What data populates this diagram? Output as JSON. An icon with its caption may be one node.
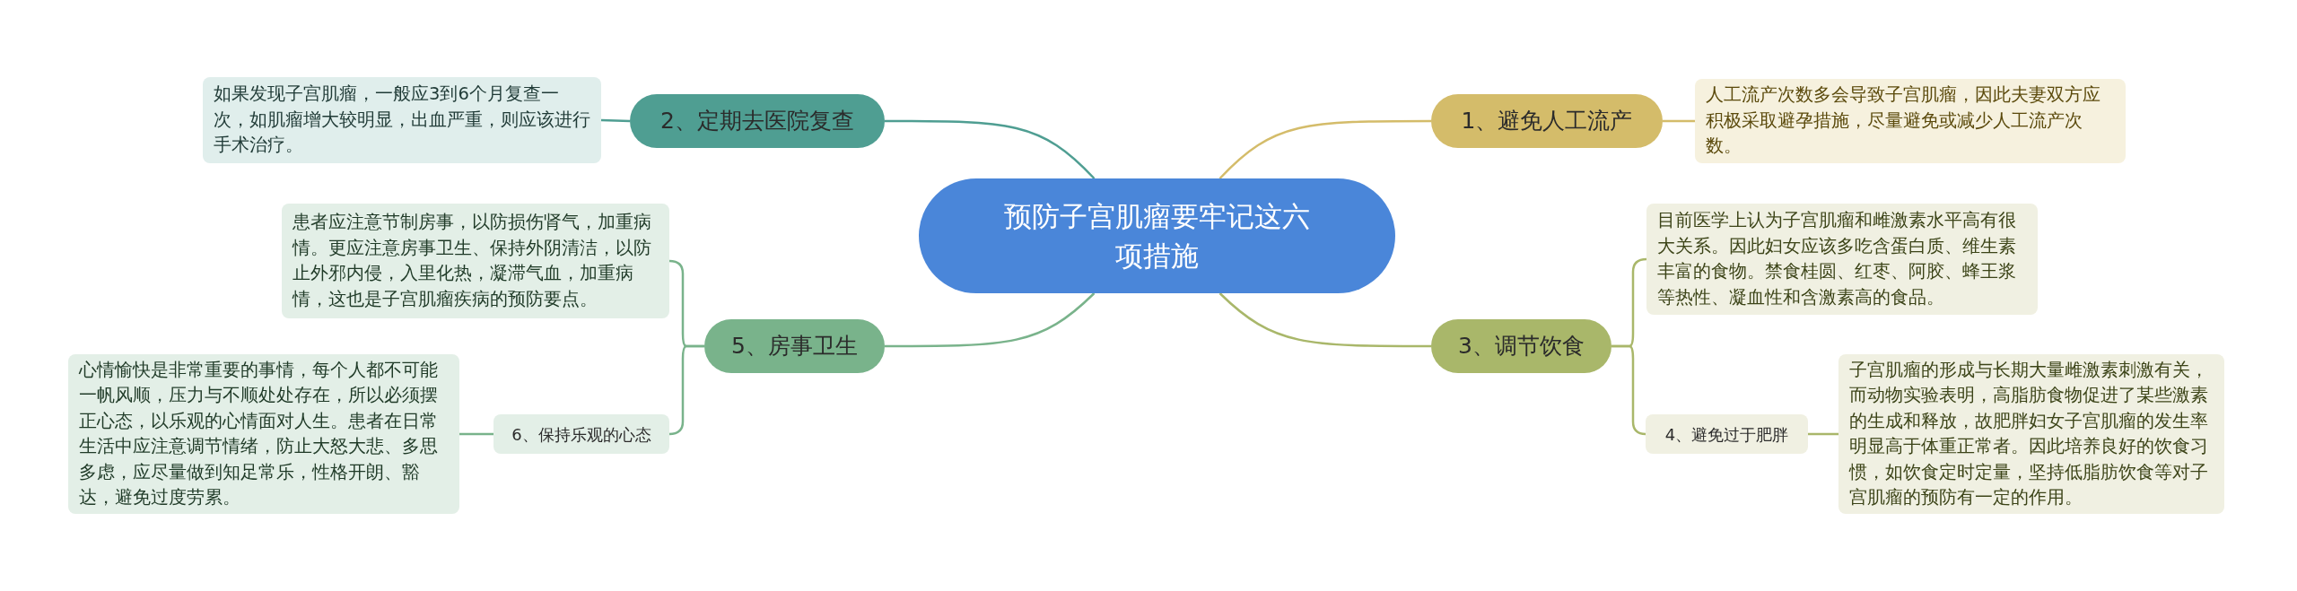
{
  "diagram": {
    "nodes": [
      {
        "text": [
          "预防子宫肌瘤要牢记这六项措施"
        ]
      },
      {
        "text": [
          "1、避免人工流产"
        ]
      },
      {
        "text": [
          "人工流产次数多会导致子宫肌瘤，因此夫妻双方应积极采取避孕措施，尽量避免或减少人工流产次数。"
        ]
      },
      {
        "text": [
          "2、定期去医院复查"
        ]
      },
      {
        "text": [
          "如果发现子宫肌瘤，一般应3到6个月复查一次，如肌瘤增大较明显，出血严重，则应该进行手术治疗。"
        ]
      },
      {
        "text": [
          "3、调节饮食"
        ]
      },
      {
        "text": [
          "目前医学上认为子宫肌瘤和雌激素水平高有很大关系。因此妇女应该多吃含蛋白质、维生素丰富的食物。禁食桂圆、红枣、阿胶、蜂王浆等热性、凝血性和含激素高的食品。"
        ]
      },
      {
        "text": [
          "4、避免过于肥胖"
        ]
      },
      {
        "text": [
          "子宫肌瘤的形成与长期大量雌激素刺激有关，而动物实验表明，高脂肪食物促进了某些激素的生成和释放，故肥胖妇女子宫肌瘤的发生率明显高于体重正常者。因此培养良好的饮食习惯，如饮食定时定量，坚持低脂肪饮食等对子宫肌瘤的预防有一定的作用。"
        ]
      },
      {
        "text": [
          "5、房事卫生"
        ]
      },
      {
        "text": [
          "患者应注意节制房事，以防损伤肾气，加重病情。更应注意房事卫生、保持外阴清洁，以防止外邪内侵，入里化热，凝滞气血，加重病情，这也是子宫肌瘤疾病的预防要点。"
        ]
      },
      {
        "text": [
          "6、保持乐观的心态"
        ]
      },
      {
        "text": [
          "心情愉快是非常重要的事情，每个人都不可能一帆风顺，压力与不顺处处存在，所以必须摆正心态，以乐观的心情面对人生。患者在日常生活中应注意调节情绪，防止大怒大悲、多思多虑，应尽量做到知足常乐，性格开朗、豁达，避免过度劳累。"
        ]
      }
    ],
    "edges": [
      {
        "from": 0,
        "to": 1,
        "arrow": "none",
        "color": "#d4bc6a"
      },
      {
        "from": 1,
        "to": 2,
        "arrow": "none",
        "color": "#d4bc6a"
      },
      {
        "from": 0,
        "to": 3,
        "arrow": "none",
        "color": "#4f9e92"
      },
      {
        "from": 3,
        "to": 4,
        "arrow": "none",
        "color": "#4f9e92"
      },
      {
        "from": 0,
        "to": 5,
        "arrow": "none",
        "color": "#a9b76a"
      },
      {
        "from": 5,
        "to": 6,
        "arrow": "none",
        "color": "#a9b76a"
      },
      {
        "from": 5,
        "to": 7,
        "arrow": "none",
        "color": "#a9b76a"
      },
      {
        "from": 7,
        "to": 8,
        "arrow": "none",
        "color": "#a9b76a"
      },
      {
        "from": 0,
        "to": 9,
        "arrow": "none",
        "color": "#79b38b"
      },
      {
        "from": 9,
        "to": 10,
        "arrow": "none",
        "color": "#79b38b"
      },
      {
        "from": 9,
        "to": 11,
        "arrow": "none",
        "color": "#79b38b"
      },
      {
        "from": 11,
        "to": 12,
        "arrow": "none",
        "color": "#79b38b"
      }
    ]
  }
}
